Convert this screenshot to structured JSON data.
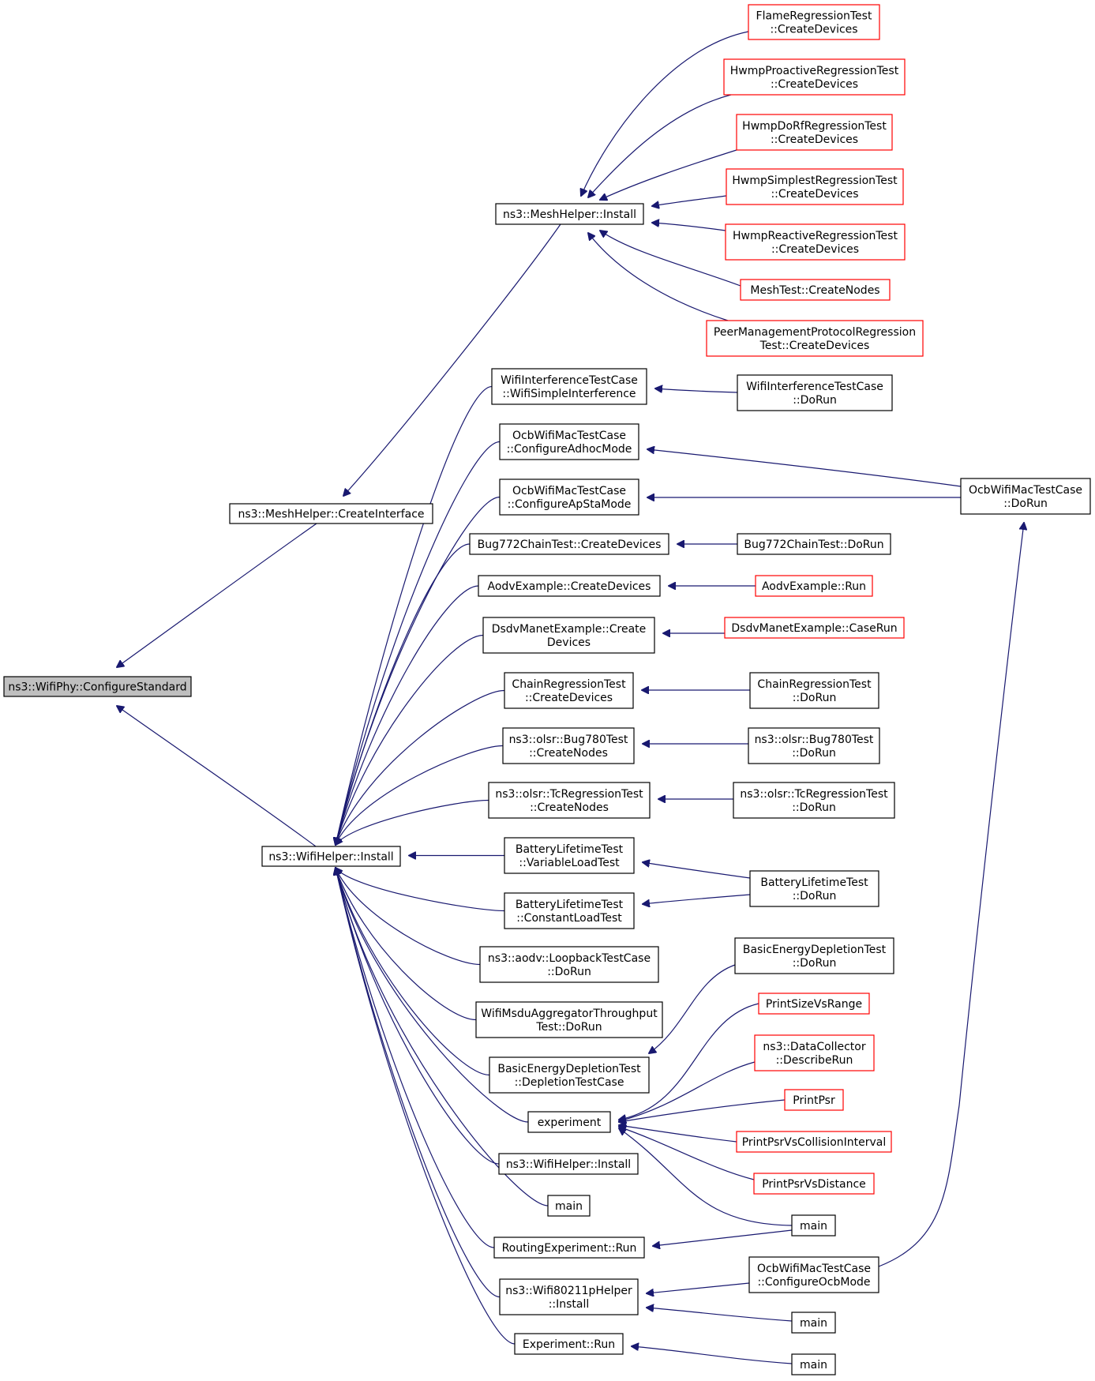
{
  "diagram": {
    "type": "caller-graph",
    "colors": {
      "edge": "#191970",
      "root_fill": "#bfbfbf",
      "node_fill": "#ffffff",
      "node_border": "#000000",
      "truncated_border": "#ff0000"
    },
    "nodes": [
      {
        "id": "root",
        "lines": [
          "ns3::WifiPhy::ConfigureStandard"
        ],
        "style": "root"
      },
      {
        "id": "mh_ci",
        "lines": [
          "ns3::MeshHelper::CreateInterface"
        ],
        "style": "normal"
      },
      {
        "id": "wh_inst",
        "lines": [
          "ns3::WifiHelper::Install"
        ],
        "style": "normal"
      },
      {
        "id": "mh_inst",
        "lines": [
          "ns3::MeshHelper::Install"
        ],
        "style": "normal"
      },
      {
        "id": "flame",
        "lines": [
          "FlameRegressionTest",
          "::CreateDevices"
        ],
        "style": "truncated"
      },
      {
        "id": "hwmp_pro",
        "lines": [
          "HwmpProactiveRegressionTest",
          "::CreateDevices"
        ],
        "style": "truncated"
      },
      {
        "id": "hwmp_dorf",
        "lines": [
          "HwmpDoRfRegressionTest",
          "::CreateDevices"
        ],
        "style": "truncated"
      },
      {
        "id": "hwmp_simp",
        "lines": [
          "HwmpSimplestRegressionTest",
          "::CreateDevices"
        ],
        "style": "truncated"
      },
      {
        "id": "hwmp_react",
        "lines": [
          "HwmpReactiveRegressionTest",
          "::CreateDevices"
        ],
        "style": "truncated"
      },
      {
        "id": "mesh_cn",
        "lines": [
          "MeshTest::CreateNodes"
        ],
        "style": "truncated"
      },
      {
        "id": "peer_mgmt",
        "lines": [
          "PeerManagementProtocolRegression",
          "Test::CreateDevices"
        ],
        "style": "truncated"
      },
      {
        "id": "wifi_int_si",
        "lines": [
          "WifiInterferenceTestCase",
          "::WifiSimpleInterference"
        ],
        "style": "normal"
      },
      {
        "id": "ocb_adhoc",
        "lines": [
          "OcbWifiMacTestCase",
          "::ConfigureAdhocMode"
        ],
        "style": "normal"
      },
      {
        "id": "ocb_apsta",
        "lines": [
          "OcbWifiMacTestCase",
          "::ConfigureApStaMode"
        ],
        "style": "normal"
      },
      {
        "id": "bug772_cd",
        "lines": [
          "Bug772ChainTest::CreateDevices"
        ],
        "style": "normal"
      },
      {
        "id": "aodv_cd",
        "lines": [
          "AodvExample::CreateDevices"
        ],
        "style": "normal"
      },
      {
        "id": "dsdv_cd",
        "lines": [
          "DsdvManetExample::Create",
          "Devices"
        ],
        "style": "normal"
      },
      {
        "id": "chain_cd",
        "lines": [
          "ChainRegressionTest",
          "::CreateDevices"
        ],
        "style": "normal"
      },
      {
        "id": "bug780_cn",
        "lines": [
          "ns3::olsr::Bug780Test",
          "::CreateNodes"
        ],
        "style": "normal"
      },
      {
        "id": "tc_cn",
        "lines": [
          "ns3::olsr::TcRegressionTest",
          "::CreateNodes"
        ],
        "style": "normal"
      },
      {
        "id": "batt_var",
        "lines": [
          "BatteryLifetimeTest",
          "::VariableLoadTest"
        ],
        "style": "normal"
      },
      {
        "id": "batt_const",
        "lines": [
          "BatteryLifetimeTest",
          "::ConstantLoadTest"
        ],
        "style": "normal"
      },
      {
        "id": "aodv_loop",
        "lines": [
          "ns3::aodv::LoopbackTestCase",
          "::DoRun"
        ],
        "style": "normal"
      },
      {
        "id": "msdu",
        "lines": [
          "WifiMsduAggregatorThroughput",
          "Test::DoRun"
        ],
        "style": "normal"
      },
      {
        "id": "bedt_dtc",
        "lines": [
          "BasicEnergyDepletionTest",
          "::DepletionTestCase"
        ],
        "style": "normal"
      },
      {
        "id": "experiment",
        "lines": [
          "experiment"
        ],
        "style": "normal"
      },
      {
        "id": "wh_inst2",
        "lines": [
          "ns3::WifiHelper::Install"
        ],
        "style": "normal"
      },
      {
        "id": "main_mid",
        "lines": [
          "main"
        ],
        "style": "normal"
      },
      {
        "id": "routing_run",
        "lines": [
          "RoutingExperiment::Run"
        ],
        "style": "normal"
      },
      {
        "id": "w80211p",
        "lines": [
          "ns3::Wifi80211pHelper",
          "::Install"
        ],
        "style": "normal"
      },
      {
        "id": "exp_run",
        "lines": [
          "Experiment::Run"
        ],
        "style": "normal"
      },
      {
        "id": "wifi_int_dorun",
        "lines": [
          "WifiInterferenceTestCase",
          "::DoRun"
        ],
        "style": "normal"
      },
      {
        "id": "ocb_dorun",
        "lines": [
          "OcbWifiMacTestCase",
          "::DoRun"
        ],
        "style": "normal"
      },
      {
        "id": "bug772_dorun",
        "lines": [
          "Bug772ChainTest::DoRun"
        ],
        "style": "normal"
      },
      {
        "id": "aodv_run",
        "lines": [
          "AodvExample::Run"
        ],
        "style": "truncated"
      },
      {
        "id": "dsdv_caserun",
        "lines": [
          "DsdvManetExample::CaseRun"
        ],
        "style": "truncated"
      },
      {
        "id": "chain_dorun",
        "lines": [
          "ChainRegressionTest",
          "::DoRun"
        ],
        "style": "normal"
      },
      {
        "id": "bug780_dorun",
        "lines": [
          "ns3::olsr::Bug780Test",
          "::DoRun"
        ],
        "style": "normal"
      },
      {
        "id": "tc_dorun",
        "lines": [
          "ns3::olsr::TcRegressionTest",
          "::DoRun"
        ],
        "style": "normal"
      },
      {
        "id": "batt_dorun",
        "lines": [
          "BatteryLifetimeTest",
          "::DoRun"
        ],
        "style": "normal"
      },
      {
        "id": "bedt_dorun",
        "lines": [
          "BasicEnergyDepletionTest",
          "::DoRun"
        ],
        "style": "normal"
      },
      {
        "id": "psvr",
        "lines": [
          "PrintSizeVsRange"
        ],
        "style": "truncated"
      },
      {
        "id": "dc_dr",
        "lines": [
          "ns3::DataCollector",
          "::DescribeRun"
        ],
        "style": "truncated"
      },
      {
        "id": "ppsr",
        "lines": [
          "PrintPsr"
        ],
        "style": "truncated"
      },
      {
        "id": "ppsr_ci",
        "lines": [
          "PrintPsrVsCollisionInterval"
        ],
        "style": "truncated"
      },
      {
        "id": "ppsr_d",
        "lines": [
          "PrintPsrVsDistance"
        ],
        "style": "truncated"
      },
      {
        "id": "main_r1",
        "lines": [
          "main"
        ],
        "style": "normal"
      },
      {
        "id": "ocb_com",
        "lines": [
          "OcbWifiMacTestCase",
          "::ConfigureOcbMode"
        ],
        "style": "normal"
      },
      {
        "id": "main_r2",
        "lines": [
          "main"
        ],
        "style": "normal"
      },
      {
        "id": "main_r3",
        "lines": [
          "main"
        ],
        "style": "normal"
      }
    ],
    "edges": [
      [
        "mh_ci",
        "root"
      ],
      [
        "wh_inst",
        "root"
      ],
      [
        "mh_inst",
        "mh_ci"
      ],
      [
        "flame",
        "mh_inst"
      ],
      [
        "hwmp_pro",
        "mh_inst"
      ],
      [
        "hwmp_dorf",
        "mh_inst"
      ],
      [
        "hwmp_simp",
        "mh_inst"
      ],
      [
        "hwmp_react",
        "mh_inst"
      ],
      [
        "mesh_cn",
        "mh_inst"
      ],
      [
        "peer_mgmt",
        "mh_inst"
      ],
      [
        "wifi_int_si",
        "wh_inst"
      ],
      [
        "ocb_adhoc",
        "wh_inst"
      ],
      [
        "ocb_apsta",
        "wh_inst"
      ],
      [
        "bug772_cd",
        "wh_inst"
      ],
      [
        "aodv_cd",
        "wh_inst"
      ],
      [
        "dsdv_cd",
        "wh_inst"
      ],
      [
        "chain_cd",
        "wh_inst"
      ],
      [
        "bug780_cn",
        "wh_inst"
      ],
      [
        "tc_cn",
        "wh_inst"
      ],
      [
        "batt_var",
        "wh_inst"
      ],
      [
        "batt_const",
        "wh_inst"
      ],
      [
        "aodv_loop",
        "wh_inst"
      ],
      [
        "msdu",
        "wh_inst"
      ],
      [
        "bedt_dtc",
        "wh_inst"
      ],
      [
        "experiment",
        "wh_inst"
      ],
      [
        "wh_inst2",
        "wh_inst"
      ],
      [
        "main_mid",
        "wh_inst"
      ],
      [
        "routing_run",
        "wh_inst"
      ],
      [
        "w80211p",
        "wh_inst"
      ],
      [
        "exp_run",
        "wh_inst"
      ],
      [
        "wifi_int_dorun",
        "wifi_int_si"
      ],
      [
        "ocb_dorun",
        "ocb_adhoc"
      ],
      [
        "ocb_dorun",
        "ocb_apsta"
      ],
      [
        "bug772_dorun",
        "bug772_cd"
      ],
      [
        "aodv_run",
        "aodv_cd"
      ],
      [
        "dsdv_caserun",
        "dsdv_cd"
      ],
      [
        "chain_dorun",
        "chain_cd"
      ],
      [
        "bug780_dorun",
        "bug780_cn"
      ],
      [
        "tc_dorun",
        "tc_cn"
      ],
      [
        "batt_dorun",
        "batt_var"
      ],
      [
        "batt_dorun",
        "batt_const"
      ],
      [
        "bedt_dorun",
        "bedt_dtc"
      ],
      [
        "psvr",
        "experiment"
      ],
      [
        "dc_dr",
        "experiment"
      ],
      [
        "ppsr",
        "experiment"
      ],
      [
        "ppsr_ci",
        "experiment"
      ],
      [
        "ppsr_d",
        "experiment"
      ],
      [
        "main_r1",
        "experiment"
      ],
      [
        "main_r1",
        "routing_run"
      ],
      [
        "ocb_com",
        "w80211p"
      ],
      [
        "ocb_com",
        "ocb_dorun"
      ],
      [
        "main_r2",
        "w80211p"
      ],
      [
        "main_r3",
        "exp_run"
      ]
    ]
  }
}
